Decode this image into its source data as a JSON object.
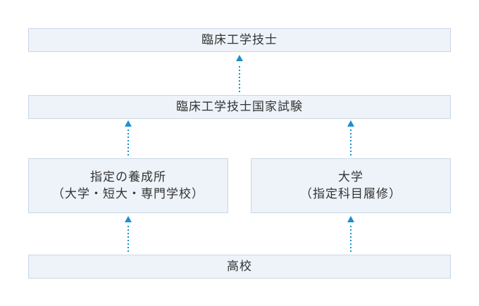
{
  "boxes": {
    "goal": "臨床工学技士",
    "exam": "臨床工学技士国家試験",
    "school": {
      "line1": "指定の養成所",
      "line2": "（大学・短大・専門学校）"
    },
    "university": {
      "line1": "大学",
      "line2": "（指定科目履修）"
    },
    "high_school": "高校"
  },
  "colors": {
    "box_fill": "#eef3f9",
    "box_border": "#c9d7e6",
    "arrow": "#1a8fd1",
    "text": "#333333"
  }
}
